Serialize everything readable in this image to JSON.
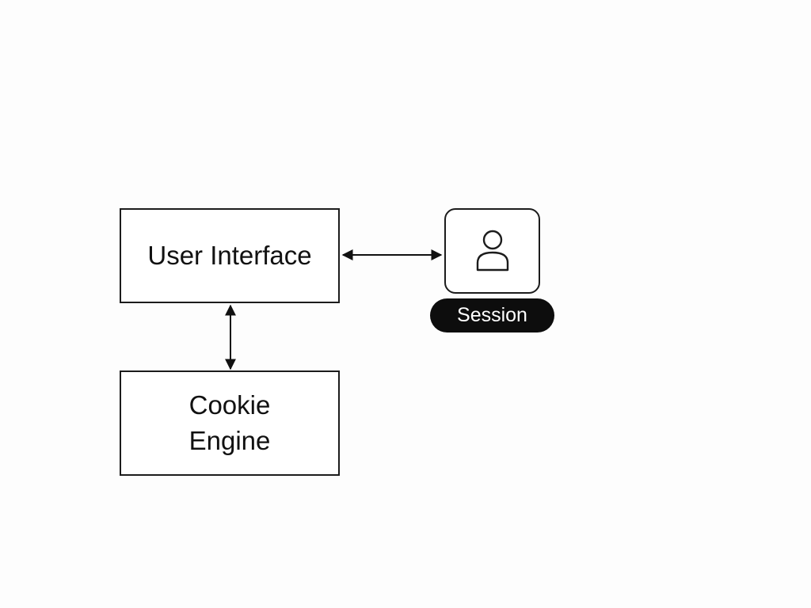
{
  "nodes": {
    "user_interface": {
      "label": "User Interface"
    },
    "cookie_engine": {
      "label_line1": "Cookie",
      "label_line2": "Engine"
    },
    "session": {
      "label": "Session",
      "icon": "user-icon"
    }
  },
  "edges": [
    {
      "from": "user_interface",
      "to": "session",
      "direction": "bidirectional"
    },
    {
      "from": "user_interface",
      "to": "cookie_engine",
      "direction": "bidirectional"
    }
  ],
  "colors": {
    "stroke": "#1c1c1c",
    "badge_background": "#0d0d0d",
    "badge_text": "#ffffff"
  }
}
